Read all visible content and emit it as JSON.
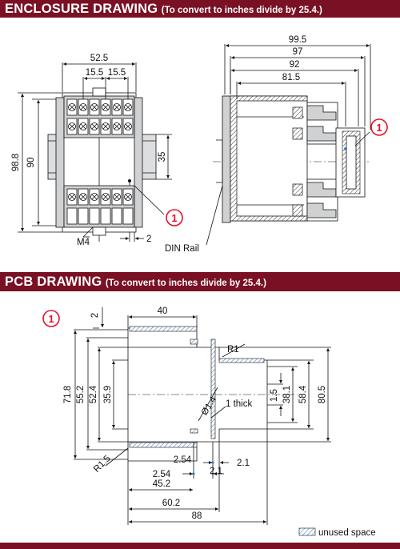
{
  "header_enclosure": {
    "title": "ENCLOSURE DRAWING",
    "subtitle": "(To convert to inches divide by 25.4.)"
  },
  "header_pcb": {
    "title": "PCB DRAWING",
    "subtitle": "(To convert to inches divide by 25.4.)"
  },
  "enclosure_front": {
    "dim_width": "52.5",
    "dim_pitch_left": "15.5",
    "dim_pitch_right": "15.5",
    "dim_height_outer": "98.8",
    "dim_height_inner": "90",
    "dim_rail": "35",
    "screw_label": "M4",
    "dim_offset": "2",
    "callout": "1"
  },
  "enclosure_side": {
    "dim_1": "99.5",
    "dim_2": "97",
    "dim_3": "92",
    "dim_4": "81.5",
    "rail_label": "DIN Rail",
    "callout": "1"
  },
  "pcb": {
    "callout": "1",
    "dim_top_gap": "2",
    "dim_40": "40",
    "dim_r1": "R1",
    "dim_71_8": "71.8",
    "dim_55_2": "55.2",
    "dim_52_4": "52.4",
    "dim_35_9": "35.9",
    "dim_hole": "Ø1.4",
    "dim_thick": "1 thick",
    "dim_1_5": "1.5",
    "dim_38_1": "38.1",
    "dim_58_4": "58.4",
    "dim_80_5": "80.5",
    "dim_r1_5": "R1.5",
    "dim_2_54a": "2.54",
    "dim_2_54b": "2.54",
    "dim_2_1a": "2.1",
    "dim_2_1b": "2.1",
    "dim_45_2": "45.2",
    "dim_60_2": "60.2",
    "dim_88": "88",
    "legend": "unused space"
  }
}
